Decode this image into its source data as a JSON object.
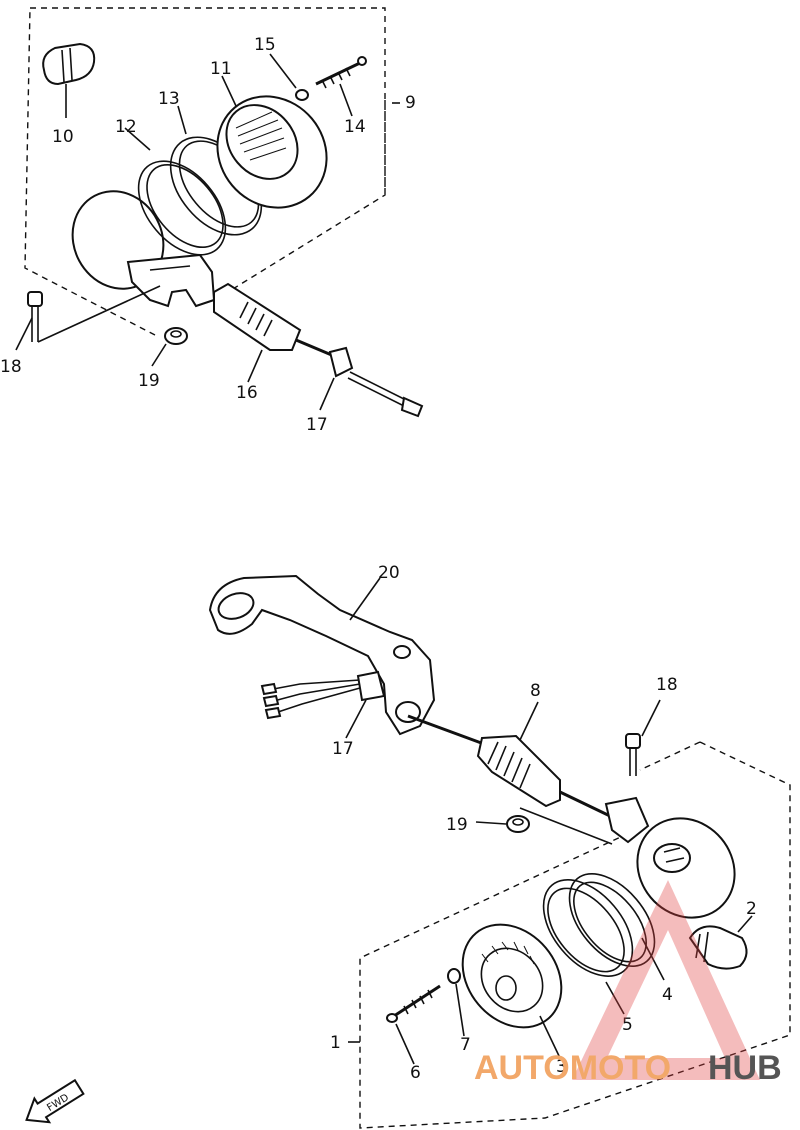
{
  "callouts": {
    "c1": "1",
    "c2": "2",
    "c3": "3",
    "c4": "4",
    "c5": "5",
    "c6": "6",
    "c7": "7",
    "c8": "8",
    "c9": "9",
    "c10": "10",
    "c11": "11",
    "c12": "12",
    "c13": "13",
    "c14": "14",
    "c15": "15",
    "c16": "16",
    "c17a": "17",
    "c17b": "17",
    "c18a": "18",
    "c18b": "18",
    "c19a": "19",
    "c19b": "19",
    "c20": "20"
  },
  "direction_label": "FWD",
  "watermark": {
    "part1": "AUTOMOTO",
    "part2": "HUB",
    "color1": "#f2a86a",
    "color2": "#555555",
    "triangle_color": "#e04040"
  }
}
